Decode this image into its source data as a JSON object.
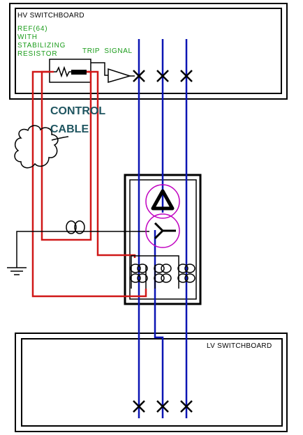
{
  "hv_switchboard": {
    "title": "HV SWITCHBOARD"
  },
  "ref_element": {
    "lines": [
      "REF(64)",
      "WITH",
      "STABILIZING",
      "RESISTOR"
    ]
  },
  "trip_signal": {
    "label": "TRIP  SIGNAL"
  },
  "control_cable": {
    "lines": [
      "CONTROL",
      "CABLE"
    ]
  },
  "lv_switchboard": {
    "title": "LV  SWITCHBOARD"
  },
  "colors": {
    "frame": "#000000",
    "phase_conductor": "#0a14b4",
    "control_wire": "#d01818",
    "text_green": "#1a9c1a",
    "text_teal": "#1f5560",
    "winding_circle": "#c000c0"
  }
}
